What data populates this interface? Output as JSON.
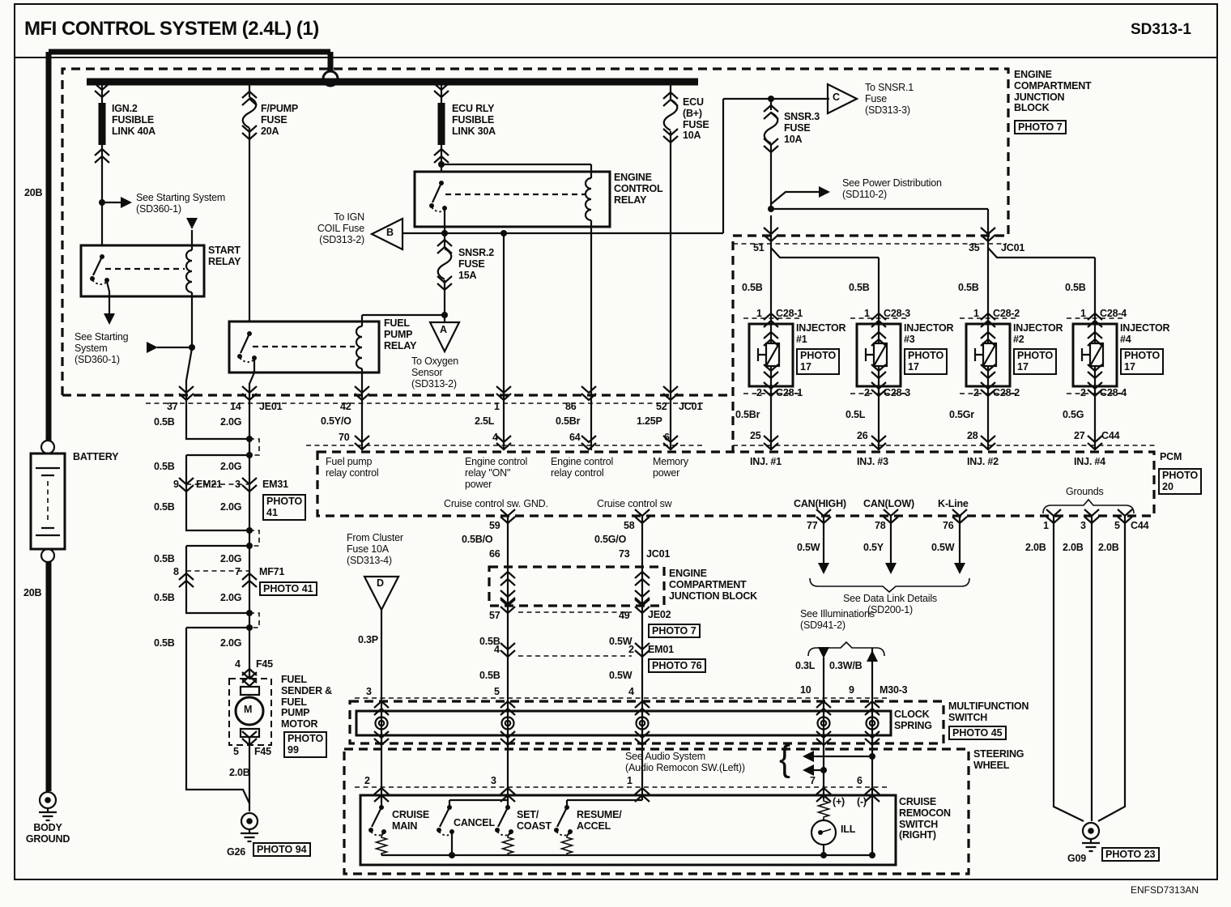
{
  "header": {
    "title": "MFI CONTROL SYSTEM (2.4L) (1)",
    "code": "SD313-1"
  },
  "footer": {
    "doc_id": "ENFSD7313AN"
  },
  "triangles": {
    "a": "A",
    "b": "B",
    "c": "C",
    "d": "D",
    "audio_brace": "{"
  },
  "power": {
    "ign2_link": "IGN.2\nFUSIBLE\nLINK 40A",
    "fpump_fuse": "F/PUMP\nFUSE\n20A",
    "ecu_rly_link": "ECU RLY\nFUSIBLE\nLINK 30A",
    "ecu_b_fuse": "ECU\n(B+)\nFUSE\n10A",
    "snsr3_fuse": "SNSR.3\nFUSE\n10A",
    "snsr2_fuse": "SNSR.2\nFUSE\n15A",
    "wire_20b": "20B"
  },
  "refs": {
    "see_starting_1": "See Starting System\n(SD360-1)",
    "see_starting_2": "See Starting\nSystem\n(SD360-1)",
    "to_ign_coil": "To IGN\nCOIL Fuse\n(SD313-2)",
    "to_snsr1": "To SNSR.1\nFuse\n(SD313-3)",
    "to_oxygen": "To Oxygen\nSensor\n(SD313-2)",
    "see_power_dist": "See Power Distribution\n(SD110-2)",
    "from_cluster": "From Cluster\nFuse 10A\n(SD313-4)",
    "see_data_link": "See Data Link Details\n(SD200-1)",
    "see_illuminations": "See Illuminations\n(SD941-2)",
    "see_audio": "See Audio System\n(Audio Remocon SW.(Left))"
  },
  "components": {
    "start_relay": "START\nRELAY",
    "engine_control_relay": "ENGINE\nCONTROL\nRELAY",
    "fuel_pump_relay": "FUEL\nPUMP\nRELAY",
    "battery": "BATTERY",
    "body_ground": "BODY\nGROUND",
    "ecjb_top": "ENGINE\nCOMPARTMENT\nJUNCTION\nBLOCK",
    "ecjb_mid": "ENGINE\nCOMPARTMENT\nJUNCTION BLOCK",
    "fuel_sender": "FUEL\nSENDER &\nFUEL\nPUMP\nMOTOR",
    "motor_m": "M",
    "pcm": "PCM",
    "clock_spring": "CLOCK\nSPRING",
    "multifunction": "MULTIFUNCTION\nSWITCH",
    "steering_wheel": "STEERING\nWHEEL",
    "cruise_remocon": "CRUISE\nREMOCON\nSWITCH\n(RIGHT)"
  },
  "photos": {
    "photo7": "PHOTO 7",
    "photo17": "PHOTO\n17",
    "photo20": "PHOTO\n20",
    "photo23": "PHOTO 23",
    "photo41_2l": "PHOTO\n41",
    "photo41_1l": "PHOTO 41",
    "photo45": "PHOTO 45",
    "photo76": "PHOTO 76",
    "photo94": "PHOTO 94",
    "photo99": "PHOTO\n99"
  },
  "grounds_sym": {
    "g26": "G26",
    "g09": "G09"
  },
  "jblock": {
    "p51": "51",
    "p35": "35",
    "jc01": "JC01"
  },
  "injectors": [
    {
      "feed": "0.5B",
      "pin1": "1",
      "conn1": "C28-1",
      "name": "INJECTOR\n#1",
      "pin2": "2",
      "conn2": "C28-1",
      "wire": "0.5Br",
      "pcm_pin": "25",
      "pcm_label": "INJ. #1"
    },
    {
      "feed": "0.5B",
      "pin1": "1",
      "conn1": "C28-3",
      "name": "INJECTOR\n#3",
      "pin2": "2",
      "conn2": "C28-3",
      "wire": "0.5L",
      "pcm_pin": "26",
      "pcm_label": "INJ. #3"
    },
    {
      "feed": "0.5B",
      "pin1": "1",
      "conn1": "C28-2",
      "name": "INJECTOR\n#2",
      "pin2": "2",
      "conn2": "C28-2",
      "wire": "0.5Gr",
      "pcm_pin": "28",
      "pcm_label": "INJ. #2"
    },
    {
      "feed": "0.5B",
      "pin1": "1",
      "conn1": "C28-4",
      "name": "INJECTOR\n#4",
      "pin2": "2",
      "conn2": "C28-4",
      "wire": "0.5G",
      "pcm_pin": "27",
      "pcm_label": "INJ. #4"
    }
  ],
  "c44_inj": "C44",
  "left_conn": {
    "p37": "37",
    "p14": "14",
    "je01": "JE01",
    "p42": "42",
    "w42": "0.5Y/O",
    "p70": "70",
    "p1": "1",
    "w1": "2.5L",
    "p4": "4",
    "p86": "86",
    "w86": "0.5Br",
    "p64": "64",
    "p52": "52",
    "jc01": "JC01",
    "w52": "1.25P",
    "p6": "6"
  },
  "left_col": {
    "w_a": "0.5B",
    "w_b": "2.0G",
    "em21_pin": "9",
    "em21": "EM21",
    "em31_pin": "3",
    "em31": "EM31",
    "mf71_pin_a": "8",
    "mf71_pin_b": "7",
    "mf71": "MF71",
    "f45_pin4": "4",
    "f45": "F45",
    "f45_pin5": "5",
    "f45b": "F45",
    "w_20b": "2.0B"
  },
  "pcm_box": {
    "fn1": "Fuel pump\nrelay control",
    "fn2": "Engine control\nrelay \"ON\"\npower",
    "fn3": "Engine control\nrelay control",
    "fn4": "Memory\npower",
    "cruise_gnd": "Cruise control sw. GND.",
    "cruise_sw": "Cruise control sw",
    "can_high": "CAN(HIGH)",
    "can_low": "CAN(LOW)",
    "k_line": "K-Line",
    "grounds": "Grounds"
  },
  "can": {
    "p77": "77",
    "p78": "78",
    "p76": "76",
    "w77": "0.5W",
    "w78": "0.5Y",
    "w76": "0.5W"
  },
  "gnd_pins": {
    "p1": "1",
    "p3": "3",
    "p5": "5",
    "c44": "C44",
    "w1": "2.0B",
    "w3": "2.0B",
    "w5": "2.0B"
  },
  "cruise_chain": {
    "p59": "59",
    "w59": "0.5B/O",
    "p66": "66",
    "p58": "58",
    "w58": "0.5G/O",
    "p73": "73",
    "jc01": "JC01",
    "p57": "57",
    "p49": "49",
    "je02": "JE02",
    "w57": "0.5B",
    "w49": "0.5W",
    "p4": "4",
    "p2": "2",
    "em01": "EM01",
    "w4": "0.5B",
    "w2": "0.5W",
    "cp3": "3",
    "cp5": "5",
    "cp4": "4",
    "w_d": "0.3P"
  },
  "illum": {
    "w_l": "0.3L",
    "w_r": "0.3W/B",
    "p10": "10",
    "p9": "9",
    "m30": "M30-3"
  },
  "cruise_sw": {
    "p2": "2",
    "p3": "3",
    "p1": "1",
    "p7": "7",
    "p6": "6",
    "main": "CRUISE\nMAIN",
    "cancel": "CANCEL",
    "set": "SET/\nCOAST",
    "resume": "RESUME/\nACCEL",
    "plus": "(+)",
    "minus": "(-)",
    "ill": "ILL"
  }
}
